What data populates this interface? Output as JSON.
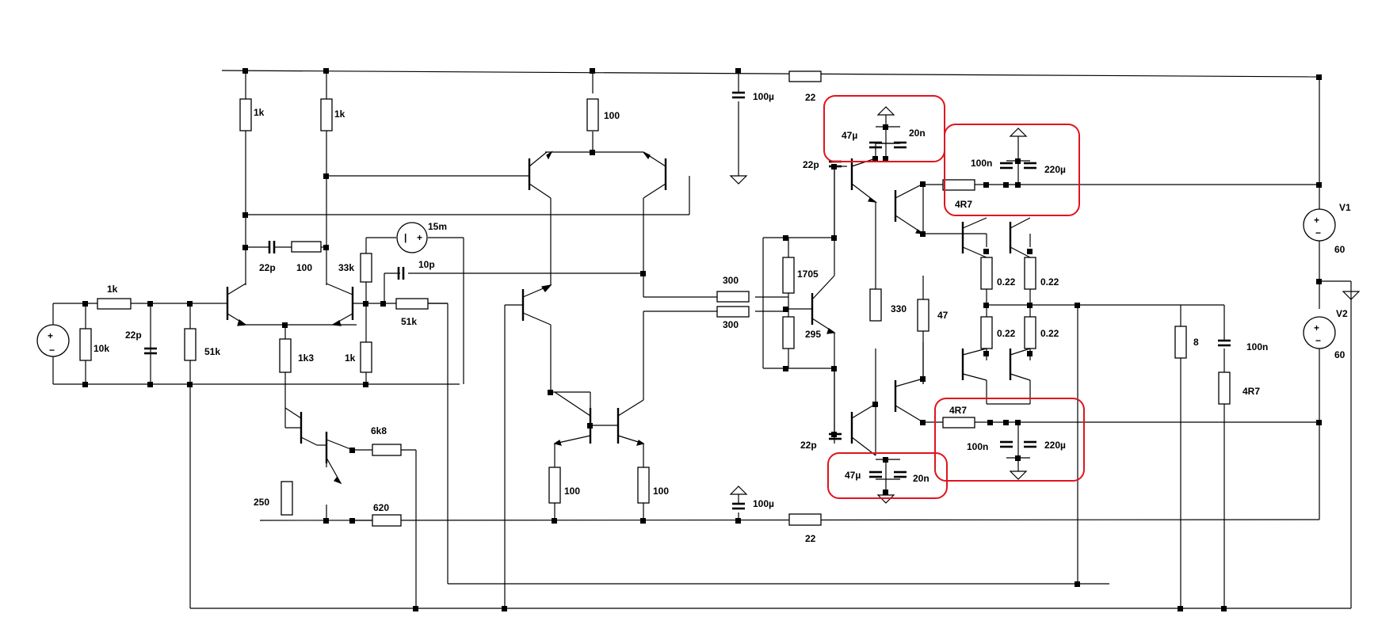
{
  "components": {
    "r_1k_top_a": "1k",
    "r_1k_top_b": "1k",
    "r_100_top": "100",
    "c_100u_top": "100µ",
    "r_22_top": "22",
    "c_47u_top": "47µ",
    "c_20n_top": "20n",
    "c_22p_top_out": "22p",
    "c_100n_top": "100n",
    "c_220u_top": "220µ",
    "r_4r7_top": "4R7",
    "v1_name": "V1",
    "v1_value": "60",
    "v2_name": "V2",
    "v2_value": "60",
    "i_15m": "15m",
    "r_33k": "33k",
    "c_10p": "10p",
    "c_22p_mid": "22p",
    "r_100_mid": "100",
    "r_1k_in": "1k",
    "r_10k": "10k",
    "c_22p_in": "22p",
    "r_51k_in": "51k",
    "r_51k_fb": "51k",
    "r_1k_fb": "1k",
    "r_1k3": "1k3",
    "r_6k8": "6k8",
    "r_250": "250",
    "r_620": "620",
    "r_300_a": "300",
    "r_300_b": "300",
    "r_1705": "1705",
    "r_295": "295",
    "r_330": "330",
    "r_47": "47",
    "r_022_a": "0.22",
    "r_022_b": "0.22",
    "r_022_c": "0.22",
    "r_022_d": "0.22",
    "r_8": "8",
    "c_100n_zobel": "100n",
    "r_4r7_zobel": "4R7",
    "r_100_vas_a": "100",
    "r_100_vas_b": "100",
    "c_100u_bot": "100µ",
    "r_22_bot": "22",
    "c_22p_bot_out": "22p",
    "c_47u_bot": "47µ",
    "c_20n_bot": "20n",
    "r_4r7_bot": "4R7",
    "c_100n_bot": "100n",
    "c_220u_bot": "220µ"
  },
  "highlight_color": "#e0141e"
}
